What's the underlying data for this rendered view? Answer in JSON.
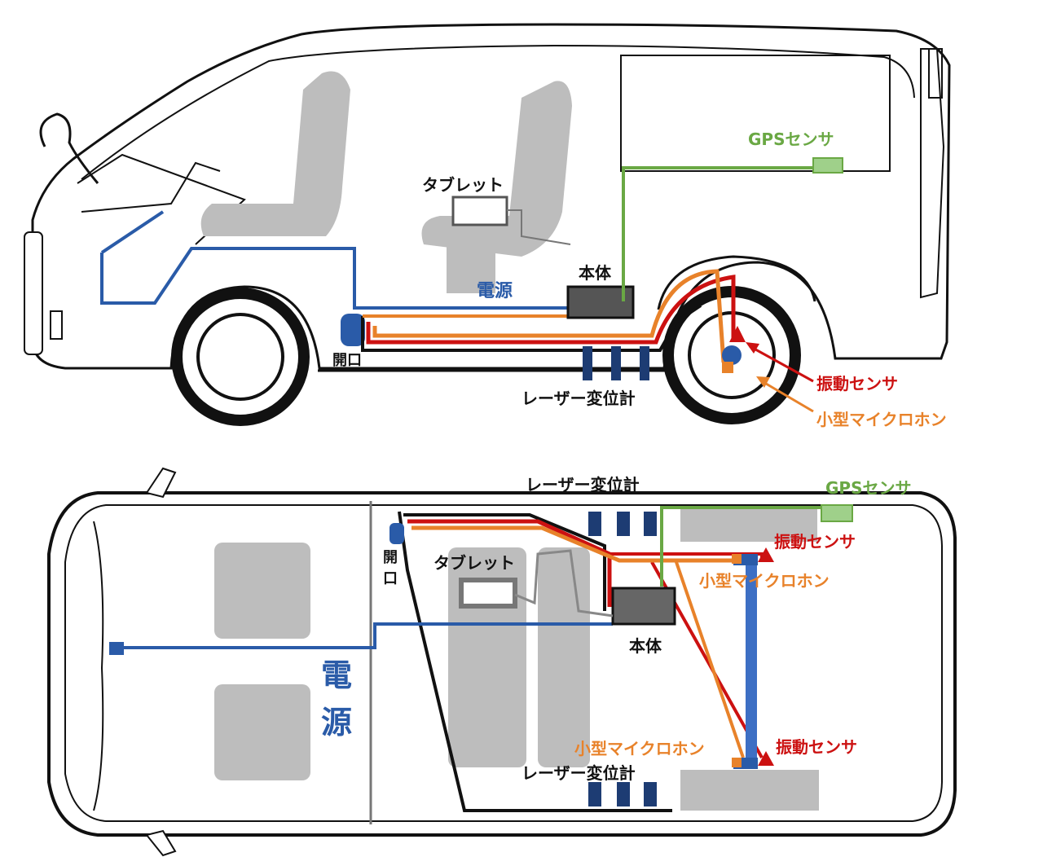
{
  "side_view": {
    "gps_sensor": "GPSセンサ",
    "tablet": "タブレット",
    "main_unit": "本体",
    "power": "電源",
    "opening": "開口",
    "vibration_sensor": "振動センサ",
    "laser_displacement": "レーザー変位計",
    "small_microphone": "小型マイクロホン"
  },
  "top_view": {
    "laser_displacement_top": "レーザー変位計",
    "gps_sensor": "GPSセンサ",
    "vibration_sensor_top": "振動センサ",
    "opening_1": "開",
    "opening_2": "口",
    "tablet": "タブレット",
    "small_microphone_top": "小型マイクロホン",
    "main_unit": "本体",
    "power_1": "電",
    "power_2": "源",
    "small_microphone_bottom": "小型マイクロホン",
    "vibration_sensor_bottom": "振動センサ",
    "laser_displacement_bottom": "レーザー変位計"
  },
  "colors": {
    "power": "#2a5ba8",
    "gps": "#6aa844",
    "vibration": "#cc1111",
    "microphone": "#e8822a",
    "outline": "#111111",
    "seat": "#bdbdbd"
  }
}
